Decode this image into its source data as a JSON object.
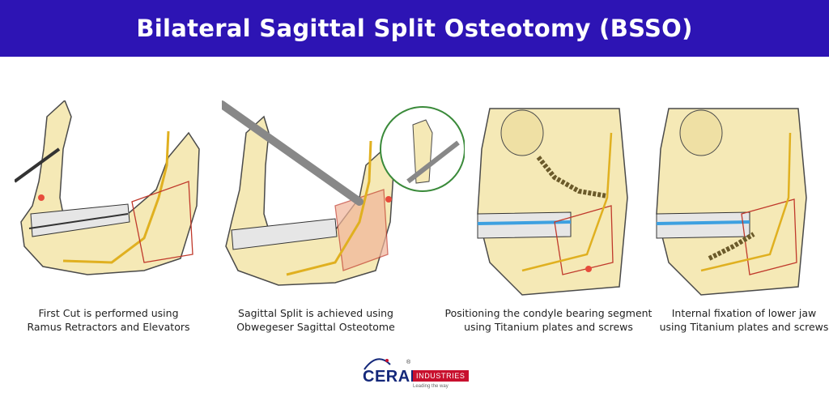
{
  "title": "Bilateral Sagittal Split Osteotomy (BSSO)",
  "steps": [
    {
      "line1": "First Cut is performed using",
      "line2": "Ramus Retractors and Elevators"
    },
    {
      "line1": "Sagittal Split is achieved using",
      "line2": "Obwegeser Sagittal Osteotome"
    },
    {
      "line1": "Positioning the condyle bearing segment",
      "line2": "using Titanium plates and screws"
    },
    {
      "line1": "Internal fixation of lower jaw",
      "line2": "using Titanium plates and screws"
    }
  ],
  "logo": {
    "name": "CERAHI",
    "box": "INDUSTRIES",
    "tagline": "Leading the way",
    "mark": "®"
  },
  "colors": {
    "header": "#2d14b4",
    "bone": "#f5e9b6",
    "bone_outline": "#4a4a4a",
    "nerve": "#e0b020",
    "cut": "#c0392b",
    "brace_wire": "#3da0e0",
    "plate": "#6b5a2a"
  }
}
